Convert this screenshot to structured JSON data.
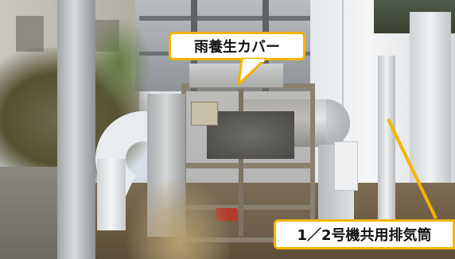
{
  "photo": {
    "subject": "equipment enclosure with rain cover and shared exhaust duct"
  },
  "callouts": {
    "rain_cover_label": "雨養生カバー",
    "exhaust_label": "1／2号機共用排気筒"
  },
  "colors": {
    "callout_border": "#f5b400",
    "callout_bg": "#ffffff",
    "callout_text": "#111111",
    "sky": "#dfe6ee",
    "ground": "#6b5a44"
  }
}
